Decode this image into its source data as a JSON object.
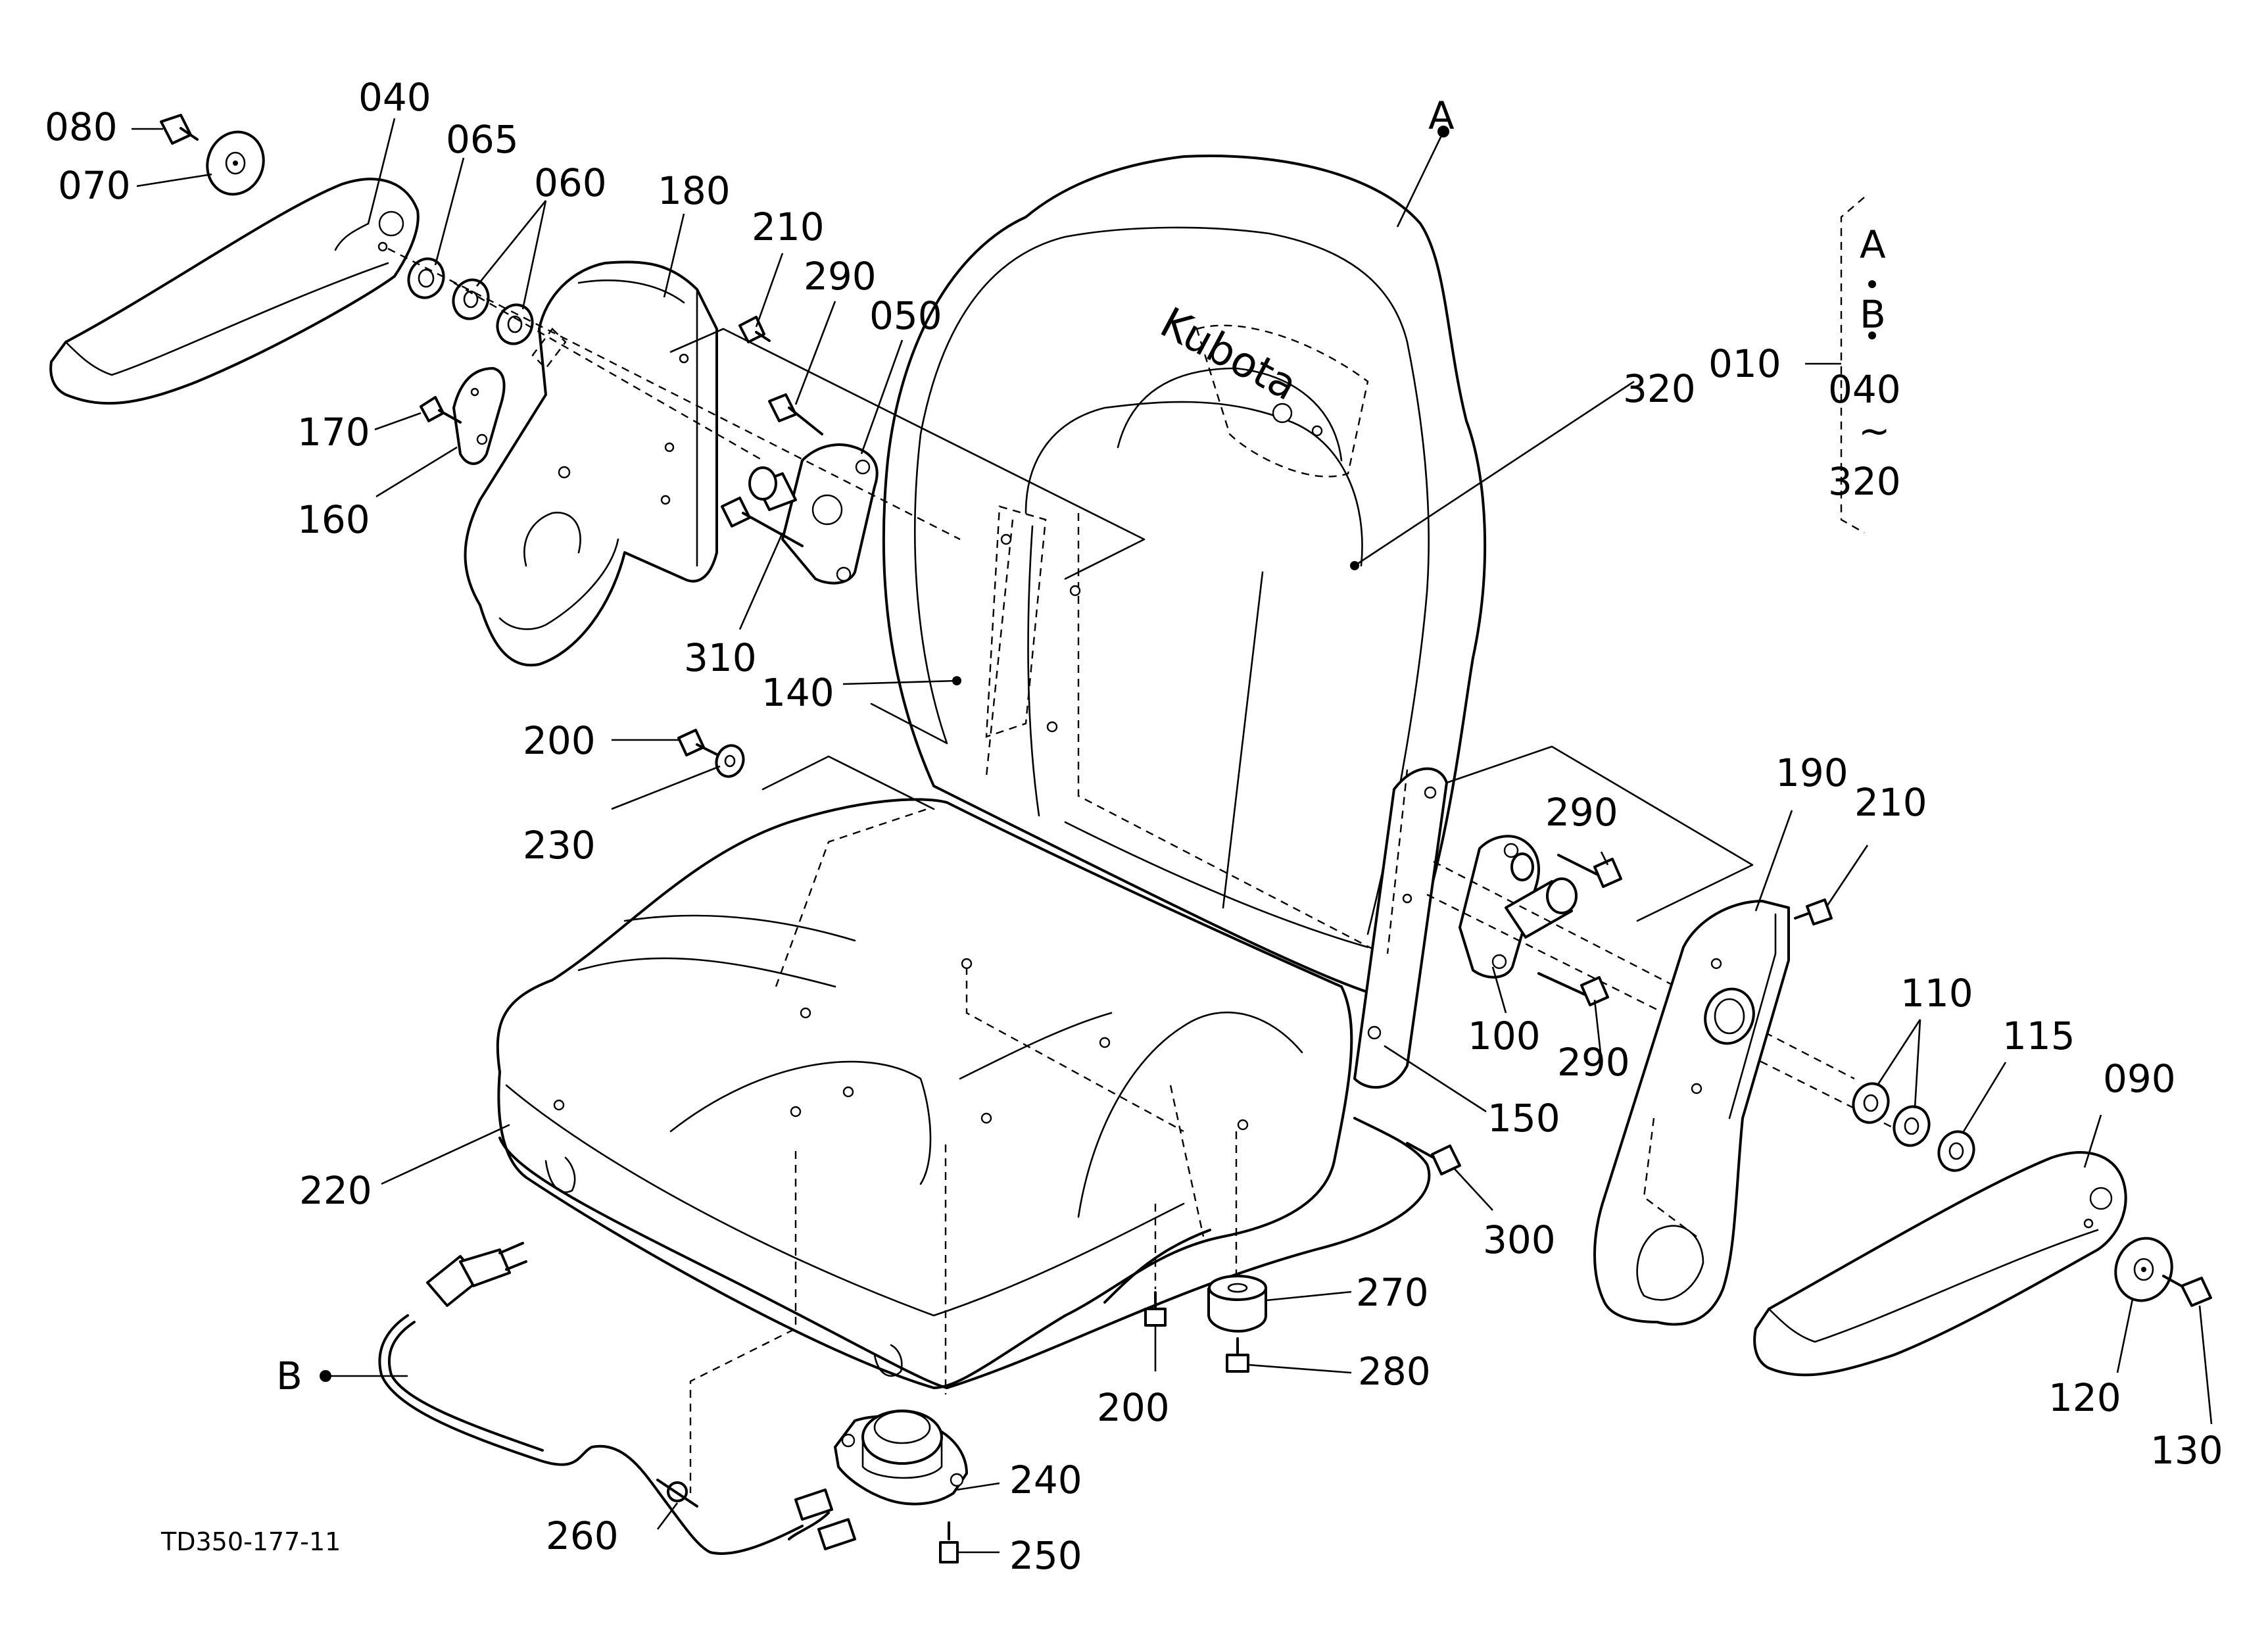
{
  "drawing_code": "TD350-177-11",
  "logo_text": "Kubota",
  "assembly": {
    "label": "010",
    "contents": [
      "A",
      "B",
      "040",
      "~",
      "320"
    ]
  },
  "callouts": {
    "c080": "080",
    "c070": "070",
    "c040": "040",
    "c065": "065",
    "c060": "060",
    "c180": "180",
    "c210a": "210",
    "c290a": "290",
    "c050": "050",
    "c170": "170",
    "c160": "160",
    "c310": "310",
    "c140": "140",
    "c200a": "200",
    "c230": "230",
    "cA": "A",
    "c320": "320",
    "c190": "190",
    "c210b": "210",
    "c290b": "290",
    "c100": "100",
    "c290c": "290",
    "c110": "110",
    "c115": "115",
    "c090": "090",
    "c150": "150",
    "c300": "300",
    "c220": "220",
    "c270": "270",
    "c200b": "200",
    "c280": "280",
    "c120": "120",
    "c130": "130",
    "cB": "B",
    "c240": "240",
    "c260": "260",
    "c250": "250"
  }
}
